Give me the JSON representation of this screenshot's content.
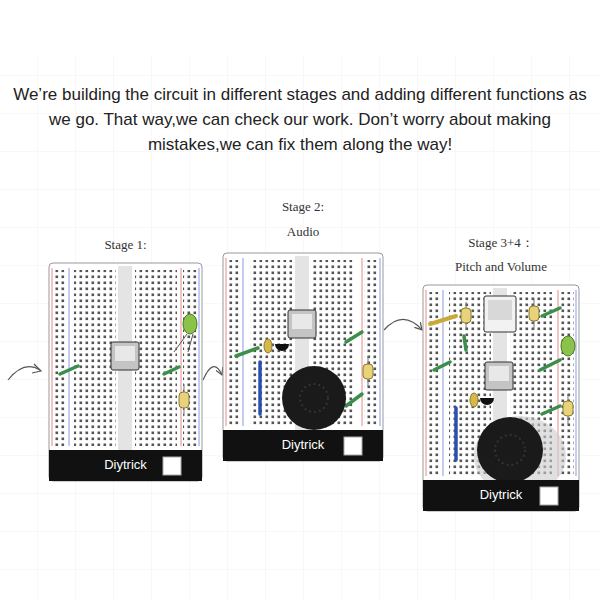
{
  "diagram": {
    "title": "We’re building the circuit in different stages and adding different functions as we go. That way,we can check our work. Don’t worry about making mistakes,we can fix them along the way!",
    "nodes": [
      {
        "text": [
          "Stage 1:",
          "Diytrick"
        ]
      },
      {
        "text": [
          "Stage 2:",
          "Audio",
          "Diytrick"
        ]
      },
      {
        "text": [
          "Stage 3+4：",
          "Pitch and Volume",
          "Diytrick"
        ]
      }
    ],
    "edges": [
      {
        "from": 0,
        "to": 1,
        "arrow": "to"
      },
      {
        "from": 1,
        "to": 2,
        "arrow": "to"
      }
    ]
  }
}
